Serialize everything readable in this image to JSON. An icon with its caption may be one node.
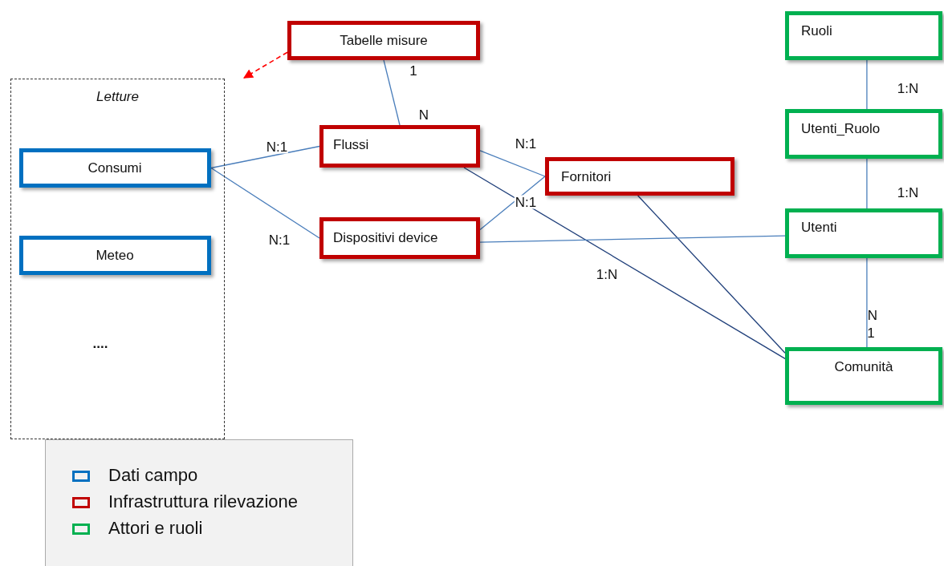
{
  "diagram": {
    "nodes": [
      {
        "text": [
          "Letture"
        ]
      },
      {
        "text": [
          "Consumi"
        ],
        "in": 0
      },
      {
        "text": [
          "Meteo"
        ],
        "in": 0
      },
      {
        "text": [
          "Tabelle misure"
        ]
      },
      {
        "text": [
          "Flussi"
        ]
      },
      {
        "text": [
          "Dispositivi device"
        ]
      },
      {
        "text": [
          "Fornitori"
        ]
      },
      {
        "text": [
          "Ruoli"
        ]
      },
      {
        "text": [
          "Utenti_Ruolo"
        ]
      },
      {
        "text": [
          "Utenti"
        ]
      },
      {
        "text": [
          "Comunità"
        ]
      }
    ],
    "edges": [
      {
        "from": 3,
        "to": 0,
        "arrow": "to",
        "style": "dashed",
        "color": "#ff0000"
      },
      {
        "from": 3,
        "to": 4,
        "arrow": "none"
      },
      {
        "from": 1,
        "to": 4,
        "arrow": "none",
        "label": "N:1"
      },
      {
        "from": 1,
        "to": 5,
        "arrow": "none",
        "label": "N:1"
      },
      {
        "from": 4,
        "to": 6,
        "arrow": "none",
        "label": "N:1"
      },
      {
        "from": 5,
        "to": 6,
        "arrow": "none",
        "label": "N:1"
      },
      {
        "from": 4,
        "to": 10,
        "arrow": "none",
        "label": "1:N",
        "color": "#1f3f7a"
      },
      {
        "from": 6,
        "to": 10,
        "arrow": "none",
        "color": "#1f3f7a"
      },
      {
        "from": 5,
        "to": 9,
        "arrow": "none"
      },
      {
        "from": 7,
        "to": 8,
        "arrow": "none",
        "label": "1:N"
      },
      {
        "from": 8,
        "to": 9,
        "arrow": "none",
        "label": "1:N"
      },
      {
        "from": 9,
        "to": 10,
        "arrow": "none"
      }
    ],
    "labels": [
      "1",
      "N",
      "N",
      "1",
      "...."
    ],
    "legend": [
      {
        "text": "Dati campo",
        "color": "#0070c0"
      },
      {
        "text": "Infrastruttura rilevazione",
        "color": "#c00000"
      },
      {
        "text": "Attori e ruoli",
        "color": "#00b050"
      }
    ]
  }
}
